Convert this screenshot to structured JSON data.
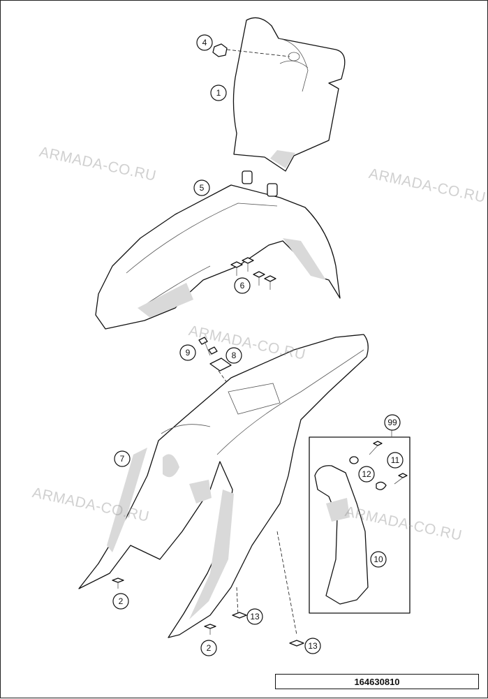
{
  "watermark": "ARMADA-CO.RU",
  "document_id": "164630810",
  "callouts": {
    "c1": "1",
    "c2a": "2",
    "c2b": "2",
    "c4": "4",
    "c5": "5",
    "c6": "6",
    "c7": "7",
    "c8": "8",
    "c9": "9",
    "c10": "10",
    "c11": "11",
    "c12": "12",
    "c13a": "13",
    "c13b": "13",
    "c99": "99"
  }
}
